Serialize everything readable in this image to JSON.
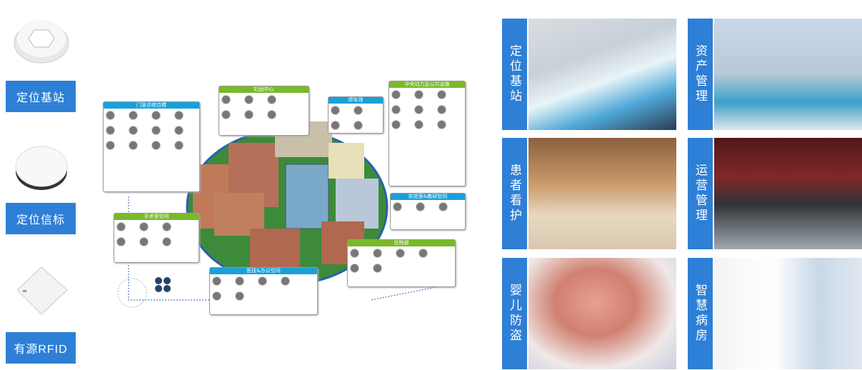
{
  "devices": [
    {
      "label": "定位基站",
      "icon": "hexagon-base-station"
    },
    {
      "label": "定位信标",
      "icon": "round-beacon"
    },
    {
      "label": "有源RFID",
      "icon": "diamond-tag"
    }
  ],
  "diagram": {
    "panels": [
      "门急诊综合楼",
      "妇幼中心",
      "停车场",
      "中央动力及公共设施",
      "实验室&教研空间",
      "手术室空间",
      "住院部",
      "医技&办公空间"
    ]
  },
  "cards": [
    {
      "label": "定位基站"
    },
    {
      "label": "资产管理"
    },
    {
      "label": "患者看护"
    },
    {
      "label": "运营管理"
    },
    {
      "label": "婴儿防盗"
    },
    {
      "label": "智慧病房"
    }
  ],
  "colors": {
    "accent": "#2e7fd6",
    "panel_blue": "#1aa0d8",
    "panel_green": "#7ab929"
  }
}
